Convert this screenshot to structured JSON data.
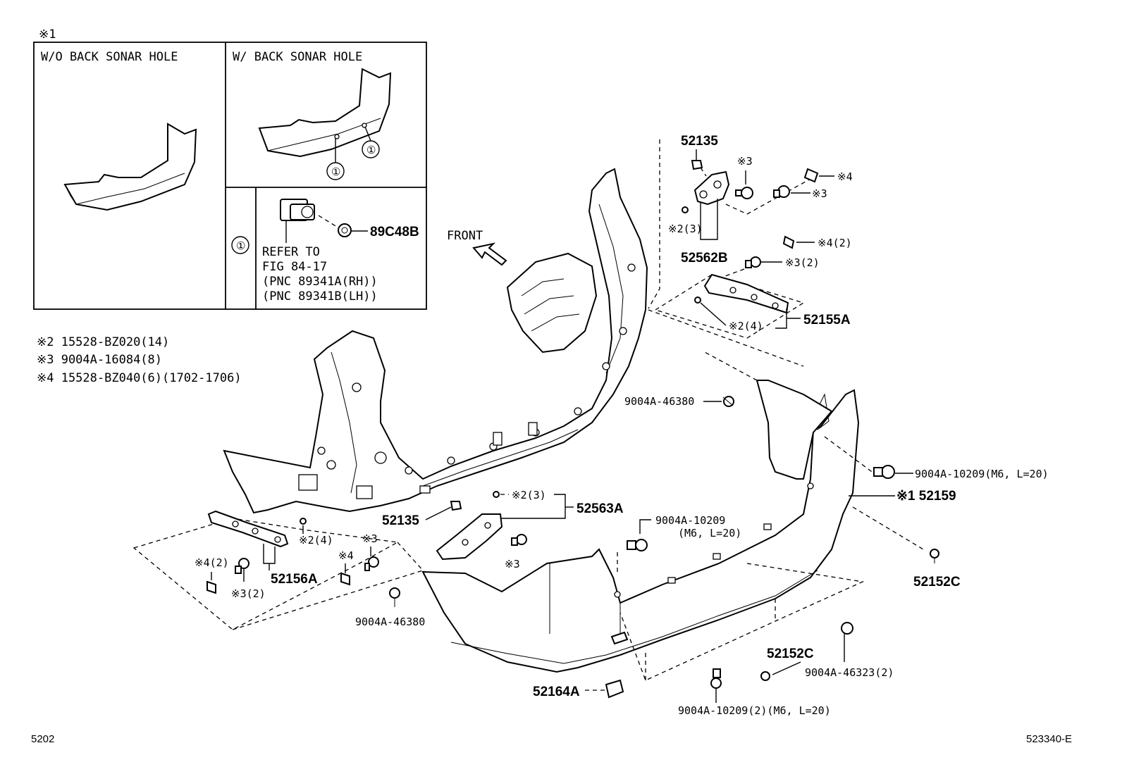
{
  "inset": {
    "marker": "※1",
    "left_title": "W/O BACK SONAR HOLE",
    "right_title": "W/ BACK SONAR HOLE",
    "callout_symbol": "①",
    "refer_lines": [
      "REFER TO",
      "FIG 84-17",
      "(PNC 89341A(RH))",
      "(PNC 89341B(LH))"
    ],
    "sensor_part": "89C48B"
  },
  "notes": [
    "※2 15528-BZ020(14)",
    "※3 9004A-16084(8)",
    "※4 15528-BZ040(6)(1702-1706)"
  ],
  "front_label": "FRONT",
  "labels": {
    "p52135_top": "52135",
    "n3_a": "※3",
    "n4_a": "※4",
    "n3_b": "※3",
    "n2_3_a": "※2(3)",
    "p52562B": "52562B",
    "n4_2_a": "※4(2)",
    "n3_2_a": "※3(2)",
    "n2_4_a": "※2(4)",
    "p52155A": "52155A",
    "p9004A_46380_a": "9004A-46380",
    "p9004A_10209_a": "9004A-10209(M6, L=20)",
    "p52159": "※1 52159",
    "n2_3_b": "※2(3)",
    "p52563A": "52563A",
    "p52135_mid": "52135",
    "p9004A_10209_b1": "9004A-10209",
    "p9004A_10209_b2": "(M6, L=20)",
    "n2_4_b": "※2(4)",
    "n3_c": "※3",
    "n4_b": "※4",
    "n4_2_b": "※4(2)",
    "n3_2_b": "※3(2)",
    "p52156A": "52156A",
    "n3_d": "※3",
    "p9004A_46380_b": "9004A-46380",
    "p52152C_r": "52152C",
    "p52152C_b": "52152C",
    "p9004A_46323": "9004A-46323(2)",
    "p52164A": "52164A",
    "p9004A_10209_c": "9004A-10209(2)(M6, L=20)"
  },
  "footer": {
    "left": "5202",
    "right": "523340-E"
  }
}
